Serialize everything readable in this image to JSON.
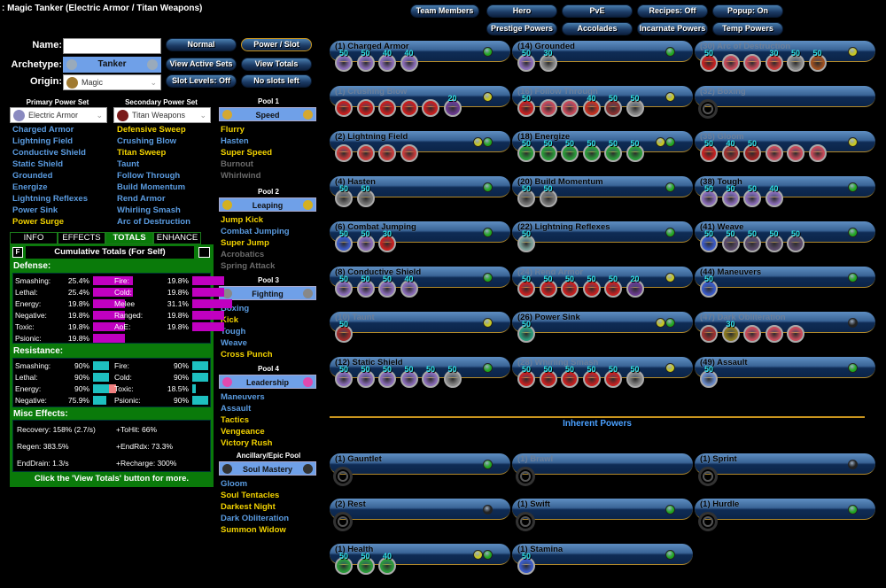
{
  "window_title": ": Magic Tanker (Electric Armor / Titan Weapons)",
  "top_buttons": [
    "Team Members",
    "Hero",
    "PvE",
    "Recipes: Off",
    "Popup: On"
  ],
  "top_buttons2": [
    "Prestige Powers",
    "Accolades",
    "Incarnate Powers",
    "Temp Powers"
  ],
  "form": {
    "name_label": "Name:",
    "name_value": "",
    "archetype_label": "Archetype:",
    "archetype": "Tanker",
    "origin_label": "Origin:",
    "origin": "Magic"
  },
  "mid_buttons": [
    "Normal",
    "Power / Slot",
    "View Active Sets",
    "View Totals",
    "Slot Levels: Off",
    "No slots left"
  ],
  "primary": {
    "header": "Primary Power Set",
    "set": "Electric Armor",
    "powers": [
      [
        "Charged Armor",
        "b"
      ],
      [
        "Lightning Field",
        "b"
      ],
      [
        "Conductive Shield",
        "b"
      ],
      [
        "Static Shield",
        "b"
      ],
      [
        "Grounded",
        "b"
      ],
      [
        "Energize",
        "b"
      ],
      [
        "Lightning Reflexes",
        "b"
      ],
      [
        "Power Sink",
        "b"
      ],
      [
        "Power Surge",
        "y"
      ]
    ]
  },
  "secondary": {
    "header": "Secondary Power Set",
    "set": "Titan Weapons",
    "powers": [
      [
        "Defensive Sweep",
        "y"
      ],
      [
        "Crushing Blow",
        "b"
      ],
      [
        "Titan Sweep",
        "y"
      ],
      [
        "Taunt",
        "b"
      ],
      [
        "Follow Through",
        "b"
      ],
      [
        "Build Momentum",
        "b"
      ],
      [
        "Rend Armor",
        "b"
      ],
      [
        "Whirling Smash",
        "b"
      ],
      [
        "Arc of Destruction",
        "b"
      ]
    ]
  },
  "pools": [
    {
      "header": "Pool 1",
      "name": "Speed",
      "color": "#d4a830",
      "powers": [
        [
          "Flurry",
          "y"
        ],
        [
          "Hasten",
          "b"
        ],
        [
          "Super Speed",
          "y"
        ],
        [
          "Burnout",
          "g"
        ],
        [
          "Whirlwind",
          "g"
        ]
      ]
    },
    {
      "header": "Pool 2",
      "name": "Leaping",
      "color": "#d4b020",
      "powers": [
        [
          "Jump Kick",
          "y"
        ],
        [
          "Combat Jumping",
          "b"
        ],
        [
          "Super Jump",
          "y"
        ],
        [
          "Acrobatics",
          "g"
        ],
        [
          "Spring Attack",
          "g"
        ]
      ]
    },
    {
      "header": "Pool 3",
      "name": "Fighting",
      "color": "#888",
      "powers": [
        [
          "Boxing",
          "b"
        ],
        [
          "Kick",
          "y"
        ],
        [
          "Tough",
          "b"
        ],
        [
          "Weave",
          "b"
        ],
        [
          "Cross Punch",
          "y"
        ]
      ]
    },
    {
      "header": "Pool 4",
      "name": "Leadership",
      "color": "#e04ab0",
      "powers": [
        [
          "Maneuvers",
          "b"
        ],
        [
          "Assault",
          "b"
        ],
        [
          "Tactics",
          "y"
        ],
        [
          "Vengeance",
          "y"
        ],
        [
          "Victory Rush",
          "y"
        ]
      ]
    },
    {
      "header": "Ancillary/Epic Pool",
      "name": "Soul Mastery",
      "color": "#333",
      "powers": [
        [
          "Gloom",
          "b"
        ],
        [
          "Soul Tentacles",
          "y"
        ],
        [
          "Darkest Night",
          "y"
        ],
        [
          "Dark Obliteration",
          "b"
        ],
        [
          "Summon Widow",
          "y"
        ]
      ]
    }
  ],
  "tabs": [
    "INFO",
    "EFFECTS",
    "TOTALS",
    "ENHANCE"
  ],
  "totals": {
    "f_button": "F",
    "title": "Cumulative Totals (For Self)",
    "defense_label": "Defense:",
    "resistance_label": "Resistance:",
    "misc_label": "Misc Effects:",
    "defense": [
      [
        "Smashing:",
        "25.4%",
        25.4
      ],
      [
        "Lethal:",
        "25.4%",
        25.4
      ],
      [
        "Energy:",
        "19.8%",
        19.8
      ],
      [
        "Negative:",
        "19.8%",
        19.8
      ],
      [
        "Toxic:",
        "19.8%",
        19.8
      ],
      [
        "Psionic:",
        "19.8%",
        19.8
      ]
    ],
    "defense2": [
      [
        "Fire:",
        "19.8%",
        19.8
      ],
      [
        "Cold:",
        "19.8%",
        19.8
      ],
      [
        "Melee",
        "31.1%",
        31.1
      ],
      [
        "Ranged:",
        "19.8%",
        19.8
      ],
      [
        "AoE:",
        "19.8%",
        19.8
      ]
    ],
    "resistance": [
      [
        "Smashing:",
        "90%",
        90
      ],
      [
        "Lethal:",
        "90%",
        90
      ],
      [
        "Energy:",
        "90%",
        90
      ],
      [
        "Negative:",
        "75.9%",
        75.9
      ]
    ],
    "resistance2": [
      [
        "Fire:",
        "90%",
        90
      ],
      [
        "Cold:",
        "90%",
        90
      ],
      [
        "Toxic:",
        "18.5%",
        18.5
      ],
      [
        "Psionic:",
        "90%",
        90
      ]
    ],
    "misc": [
      "Recovery: 158% (2.7/s)",
      "+ToHit: 66%",
      "Regen: 383.5%",
      "+EndRdx: 73.3%",
      "EndDrain: 1.3/s",
      "+Recharge: 300%"
    ],
    "footer": "Click the 'View Totals' button for more."
  },
  "powers": [
    [
      {
        "name": "(1) Charged Armor",
        "dots": [
          "g"
        ],
        "slots": [
          [
            "50",
            "#8a6cb8"
          ],
          [
            "50",
            "#8a6cb8"
          ],
          [
            "40",
            "#8a6cb8"
          ],
          [
            "40",
            "#8a6cb8"
          ]
        ]
      },
      {
        "name": "(1) Crushing Blow",
        "dim": true,
        "dots": [
          "y"
        ],
        "slots": [
          [
            "",
            "#c81e1e"
          ],
          [
            "",
            "#c81e1e"
          ],
          [
            "",
            "#c81e1e"
          ],
          [
            "",
            "#c81e1e"
          ],
          [
            "",
            "#c81e1e"
          ],
          [
            "20",
            "#6a3a90"
          ]
        ]
      },
      {
        "name": "(2) Lightning Field",
        "dots": [
          "y",
          "g"
        ],
        "slots": [
          [
            "",
            "#c83a3a"
          ],
          [
            "",
            "#c83a3a"
          ],
          [
            "",
            "#c83a3a"
          ],
          [
            "",
            "#c83a3a"
          ]
        ]
      },
      {
        "name": "(4) Hasten",
        "dots": [
          "g"
        ],
        "slots": [
          [
            "50",
            "#777"
          ],
          [
            "50",
            "#777"
          ]
        ]
      },
      {
        "name": "(6) Combat Jumping",
        "dots": [
          "g"
        ],
        "slots": [
          [
            "50",
            "#3a5ac8"
          ],
          [
            "50",
            "#8a6cb8"
          ],
          [
            "30",
            "#c82020"
          ]
        ]
      },
      {
        "name": "(8) Conductive Shield",
        "dots": [
          "g"
        ],
        "slots": [
          [
            "50",
            "#8a6cb8"
          ],
          [
            "50",
            "#8a6cb8"
          ],
          [
            "50",
            "#8a6cb8"
          ],
          [
            "40",
            "#8a6cb8"
          ]
        ]
      },
      {
        "name": "(10) Taunt",
        "dim": true,
        "dots": [
          "y"
        ],
        "slots": [
          [
            "50",
            "#a02a2a"
          ]
        ]
      },
      {
        "name": "(12) Static Shield",
        "dots": [
          "g"
        ],
        "slots": [
          [
            "50",
            "#8a6cb8"
          ],
          [
            "50",
            "#8a6cb8"
          ],
          [
            "50",
            "#8a6cb8"
          ],
          [
            "50",
            "#8a6cb8"
          ],
          [
            "50",
            "#8a6cb8"
          ],
          [
            "50",
            "#888"
          ]
        ]
      }
    ],
    [
      {
        "name": "(14) Grounded",
        "dots": [
          "g"
        ],
        "slots": [
          [
            "50",
            "#8a6cb8"
          ],
          [
            "30",
            "#888"
          ]
        ]
      },
      {
        "name": "(16) Follow Through",
        "dim": true,
        "dots": [
          "y"
        ],
        "slots": [
          [
            "50",
            "#c82020"
          ],
          [
            "",
            "#c84a5a"
          ],
          [
            "",
            "#c84a5a"
          ],
          [
            "40",
            "#c83020"
          ],
          [
            "50",
            "#8a3030"
          ],
          [
            "50",
            "#888"
          ]
        ]
      },
      {
        "name": "(18) Energize",
        "dots": [
          "y",
          "g"
        ],
        "slots": [
          [
            "50",
            "#2a9a3a"
          ],
          [
            "50",
            "#2a9a3a"
          ],
          [
            "50",
            "#2a9a3a"
          ],
          [
            "50",
            "#2a9a3a"
          ],
          [
            "50",
            "#2a9a3a"
          ],
          [
            "50",
            "#2a9a3a"
          ]
        ]
      },
      {
        "name": "(20) Build Momentum",
        "dots": [
          "g"
        ],
        "slots": [
          [
            "50",
            "#777"
          ],
          [
            "50",
            "#777"
          ]
        ]
      },
      {
        "name": "(22) Lightning Reflexes",
        "dots": [
          "g"
        ],
        "slots": [
          [
            "50",
            "#7aa098"
          ]
        ]
      },
      {
        "name": "(24) Rend Armor",
        "dim": true,
        "dots": [
          "y"
        ],
        "slots": [
          [
            "50",
            "#c82020"
          ],
          [
            "50",
            "#c82020"
          ],
          [
            "50",
            "#c82020"
          ],
          [
            "50",
            "#c82020"
          ],
          [
            "50",
            "#c82020"
          ],
          [
            "20",
            "#6a3a90"
          ]
        ]
      },
      {
        "name": "(26) Power Sink",
        "dots": [
          "y",
          "g"
        ],
        "slots": [
          [
            "50",
            "#2a9a7a"
          ]
        ]
      },
      {
        "name": "(28) Whirling Smash",
        "dim": true,
        "dots": [
          "y"
        ],
        "slots": [
          [
            "50",
            "#c82020"
          ],
          [
            "50",
            "#c82020"
          ],
          [
            "50",
            "#c82020"
          ],
          [
            "50",
            "#c82020"
          ],
          [
            "50",
            "#c82020"
          ],
          [
            "50",
            "#888"
          ]
        ]
      }
    ],
    [
      {
        "name": "(30) Arc of Destruction",
        "dim": true,
        "dots": [
          "y"
        ],
        "slots": [
          [
            "50",
            "#c82020"
          ],
          [
            "",
            "#c84a5a"
          ],
          [
            "",
            "#c84a5a"
          ],
          [
            "30",
            "#c83a3a"
          ],
          [
            "50",
            "#888"
          ],
          [
            "50",
            "#a05020"
          ]
        ]
      },
      {
        "name": "(32) Boxing",
        "dim": true,
        "dots": [],
        "slots": [],
        "empty": true
      },
      {
        "name": "(35) Gloom",
        "dim": true,
        "dots": [
          "y"
        ],
        "slots": [
          [
            "50",
            "#c82020"
          ],
          [
            "40",
            "#a03030"
          ],
          [
            "50",
            "#a02020"
          ],
          [
            "",
            "#c84a5a"
          ],
          [
            "",
            "#c84a5a"
          ],
          [
            "",
            "#c84a5a"
          ]
        ]
      },
      {
        "name": "(38) Tough",
        "dots": [
          "g"
        ],
        "slots": [
          [
            "50",
            "#8a6cb8"
          ],
          [
            "50",
            "#8a6cb8"
          ],
          [
            "50",
            "#8a6cb8"
          ],
          [
            "40",
            "#8a6cb8"
          ]
        ]
      },
      {
        "name": "(41) Weave",
        "dots": [
          "g"
        ],
        "slots": [
          [
            "50",
            "#3a5ac8"
          ],
          [
            "50",
            "#5a4a6a"
          ],
          [
            "50",
            "#5a4a6a"
          ],
          [
            "50",
            "#5a4a6a"
          ],
          [
            "50",
            "#5a4a6a"
          ]
        ]
      },
      {
        "name": "(44) Maneuvers",
        "dots": [
          "g"
        ],
        "slots": [
          [
            "50",
            "#3a5ac8"
          ]
        ]
      },
      {
        "name": "(47) Dark Obliteration",
        "dim": true,
        "dots": [
          "k"
        ],
        "slots": [
          [
            "",
            "#a03030"
          ],
          [
            "30",
            "#8a7a20"
          ],
          [
            "",
            "#c84a5a"
          ],
          [
            "",
            "#c84a5a"
          ],
          [
            "",
            "#c84a5a"
          ]
        ]
      },
      {
        "name": "(49) Assault",
        "dots": [
          "g"
        ],
        "slots": [
          [
            "50",
            "#6a8ac8"
          ]
        ]
      }
    ]
  ],
  "inherent_title": "Inherent Powers",
  "inherent": [
    [
      {
        "name": "(1) Gauntlet",
        "dots": [
          "g"
        ],
        "slots": [],
        "empty": true
      },
      {
        "name": "(2) Rest",
        "dots": [
          "k"
        ],
        "slots": [],
        "empty": true
      },
      {
        "name": "(1) Health",
        "dots": [
          "y",
          "g"
        ],
        "slots": [
          [
            "50",
            "#2a9a3a"
          ],
          [
            "50",
            "#2a9a3a"
          ],
          [
            "40",
            "#2a9a3a"
          ]
        ]
      }
    ],
    [
      {
        "name": "(1) Brawl",
        "dim": true,
        "dots": [],
        "slots": [],
        "empty": true
      },
      {
        "name": "(1) Swift",
        "dots": [
          "g"
        ],
        "slots": [],
        "empty": true
      },
      {
        "name": "(1) Stamina",
        "dots": [
          "g"
        ],
        "slots": [
          [
            "50",
            "#3a5ac8"
          ]
        ]
      }
    ],
    [
      {
        "name": "(1) Sprint",
        "dots": [
          "k"
        ],
        "slots": [],
        "empty": true
      },
      {
        "name": "(1) Hurdle",
        "dots": [
          "g"
        ],
        "slots": [],
        "empty": true
      }
    ]
  ],
  "colors": {
    "green_dot": "#1fa81f",
    "yellow_dot": "#c8c820",
    "black_dot": "#222",
    "panel_green": "#0a7a0a",
    "defense_bar": "#c000c0",
    "resistance_bar": "#1ec0c0",
    "resistance_over": "#f08080"
  }
}
